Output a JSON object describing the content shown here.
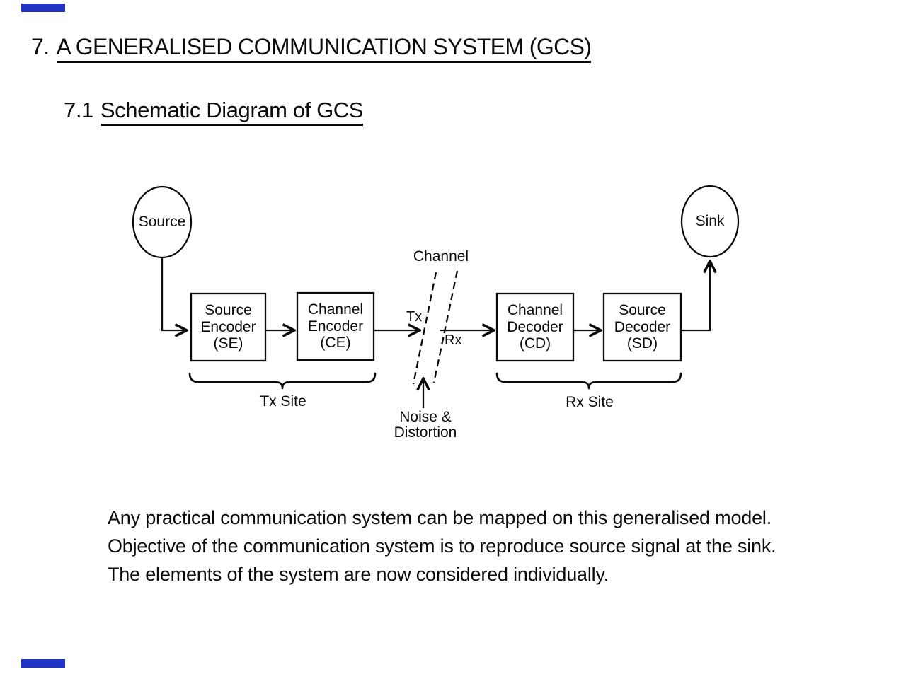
{
  "accent": {
    "color": "#2134c6"
  },
  "heading": {
    "number": "7.",
    "title": "A GENERALISED COMMUNICATION SYSTEM (GCS)"
  },
  "subheading": {
    "number": "7.1",
    "title": "Schematic Diagram of GCS"
  },
  "diagram": {
    "source_label": "Source",
    "sink_label": "Sink",
    "channel_label": "Channel",
    "tx_label": "Tx",
    "rx_label": "Rx",
    "noise_label": "Noise &\nDistortion",
    "tx_site_label": "Tx Site",
    "rx_site_label": "Rx Site",
    "blocks": [
      {
        "id": "source-encoder",
        "label": "Source\nEncoder\n(SE)"
      },
      {
        "id": "channel-encoder",
        "label": "Channel\nEncoder\n(CE)"
      },
      {
        "id": "channel-decoder",
        "label": "Channel\nDecoder\n(CD)"
      },
      {
        "id": "source-decoder",
        "label": "Source\nDecoder\n(SD)"
      }
    ]
  },
  "paragraph": {
    "lines": [
      "Any practical communication system can be mapped on this generalised model.",
      "Objective of the communication system is to reproduce source signal at the sink.",
      "The elements of the system are now considered individually."
    ]
  }
}
